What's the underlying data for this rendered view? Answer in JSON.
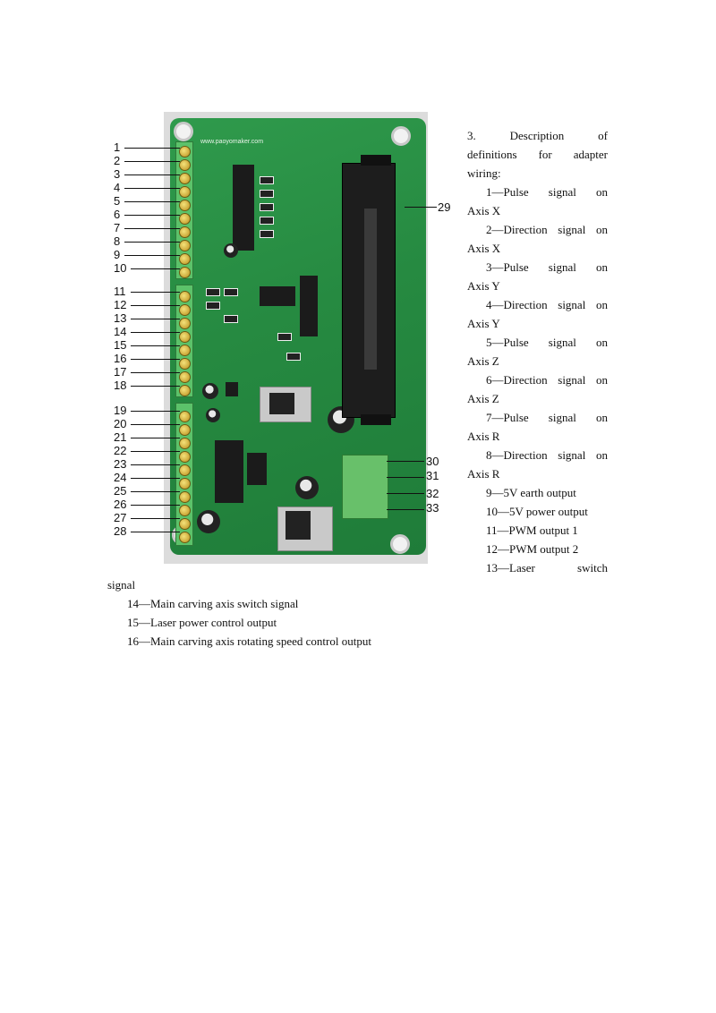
{
  "figure": {
    "pcb_url": "www.paoyomaker.com",
    "callouts": [
      "1",
      "2",
      "3",
      "4",
      "5",
      "6",
      "7",
      "8",
      "9",
      "10",
      "11",
      "12",
      "13",
      "14",
      "15",
      "16",
      "17",
      "18",
      "19",
      "20",
      "21",
      "22",
      "23",
      "24",
      "25",
      "26",
      "27",
      "28",
      "29",
      "30",
      "31",
      "32",
      "33"
    ]
  },
  "description": {
    "heading_words": [
      "3.",
      "Description",
      "of"
    ],
    "heading_line2_words": [
      "definitions",
      "for",
      "adapter"
    ],
    "heading_line3": "wiring:",
    "items": [
      {
        "lead_words": [
          "1—Pulse",
          "signal",
          "on"
        ],
        "tail": "Axis X"
      },
      {
        "lead_words": [
          "2—Direction",
          "signal",
          "on"
        ],
        "tail": "Axis X"
      },
      {
        "lead_words": [
          "3—Pulse",
          "signal",
          "on"
        ],
        "tail": "Axis Y"
      },
      {
        "lead_words": [
          "4—Direction",
          "signal",
          "on"
        ],
        "tail": "Axis Y"
      },
      {
        "lead_words": [
          "5—Pulse",
          "signal",
          "on"
        ],
        "tail": "Axis Z"
      },
      {
        "lead_words": [
          "6—Direction",
          "signal",
          "on"
        ],
        "tail": "Axis Z"
      },
      {
        "lead_words": [
          "7—Pulse",
          "signal",
          "on"
        ],
        "tail": "Axis R"
      },
      {
        "lead_words": [
          "8—Direction",
          "signal",
          "on"
        ],
        "tail": "Axis R"
      }
    ],
    "simple_items": [
      "9—5V earth output",
      "10—5V power output",
      "11—PWM output 1",
      "12—PWM output 2"
    ],
    "item13_words": [
      "13—Laser",
      "switch"
    ],
    "item13_tail": "signal",
    "bottom_items": [
      "14—Main carving axis switch signal",
      "15—Laser power control output",
      "16—Main carving axis rotating speed control output"
    ]
  }
}
